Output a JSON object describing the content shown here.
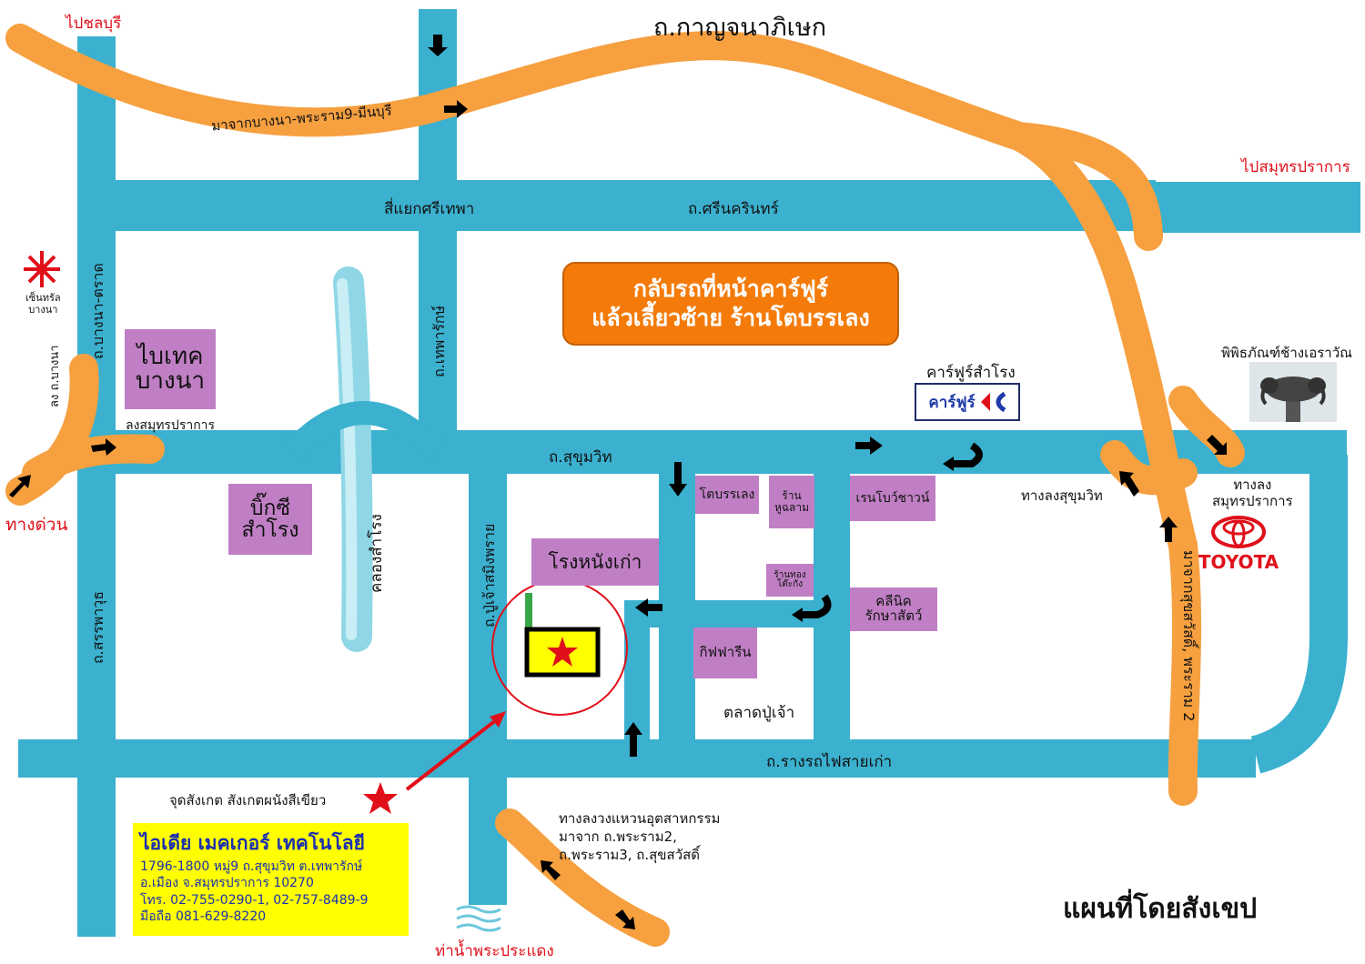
{
  "labels": {
    "chonburi": "ไปชลบุรี",
    "kanchana": "ถ.กาญจนาภิเษก",
    "from_bangna": "มาจากบางนา-พระราม9-มีนบุรี",
    "samutprakan": "ไปสมุทรปราการ",
    "sriyaek": "สี่แยกศรีเทพา",
    "srinakarin": "ถ.ศรีนครินทร์",
    "bangna_trat": "ถ.บางนา-ตราด",
    "theparak": "ถ.เทพารักษ์",
    "down_bangna": "ลง ถ.บางนา",
    "down_samut": "ลงสมุทรปราการ",
    "expressway": "ทางด่วน",
    "sukhumvit": "ถ.สุขุมวิท",
    "khlong": "คลองสำโรง",
    "puchao": "ถ.ปู่เจ้าสมิงพราย",
    "sanphawut": "ถ.สรรพาวุธ",
    "rail_road": "ถ.รางรถไฟสายเก่า",
    "market": "ตลาดปู่เจ้า",
    "down_sukhumvit": "ทางลงสุขุมวิท",
    "down_samut2": "ทางลง\nสมุทรปราการ",
    "from_suksawat": "มาจากสุขสวัสดิ์, พระราม 2",
    "landmark": "จุดสังเกต สังเกตผนังสีเขียว",
    "ring_route": "ทางลงวงแหวนอุตสาหกรรม",
    "from_rama2": "มาจาก ถ.พระราม2,",
    "rama3": "ถ.พระราม3, ถ.สุขสวัสดิ์",
    "pier": "ท่าน้ำพระประแดง",
    "map_title": "แผนที่โดยสังเขป",
    "elephant_museum": "พิพิธภัณฑ์ช้างเอราวัณ",
    "carrefour_samrong": "คาร์ฟูร์สำโรง",
    "central_name": "เซ็นทรัล\nบางนา"
  },
  "callout": {
    "line1": "กลับรถที่หน้าคาร์ฟูร์",
    "line2": "แล้วเลี้ยวซ้าย ร้านโตบรรเลง"
  },
  "shops": {
    "bitec": "ไบเทค\nบางนา",
    "bigc": "บิ๊กซี\nสำโรง",
    "tobanleng": "โตบรรเลง",
    "ran_huchalam": "ร้าน\nหูฉลาม",
    "rainbow": "เรนโบว์ชาวน์",
    "rongnang": "โรงหนังเก่า",
    "gold": "ร้านทอง\nโต๊ะกัง",
    "clinic": "คลีนิค\nรักษาสัตว์",
    "giffarine": "กิฟฟารีน"
  },
  "logos": {
    "carrefour": "คาร์ฟูร์",
    "toyota": "TOYOTA"
  },
  "company": {
    "name": "ไอเดีย เมคเกอร์ เทคโนโลยี",
    "addr1": "1796-1800 หมู่9 ถ.สุขุมวิท ต.เทพารักษ์",
    "addr2": "อ.เมือง จ.สมุทรปราการ 10270",
    "phone": "โทร. 02-755-0290-1, 02-757-8489-9",
    "mobile": "มือถือ 081-629-8220"
  },
  "colors": {
    "road": "#3bb1cf",
    "route": "#f6a040",
    "shop": "#c07fc4",
    "callout": "#f47b0a",
    "accent_red": "#e0101a",
    "info_box": "#ffff00"
  }
}
